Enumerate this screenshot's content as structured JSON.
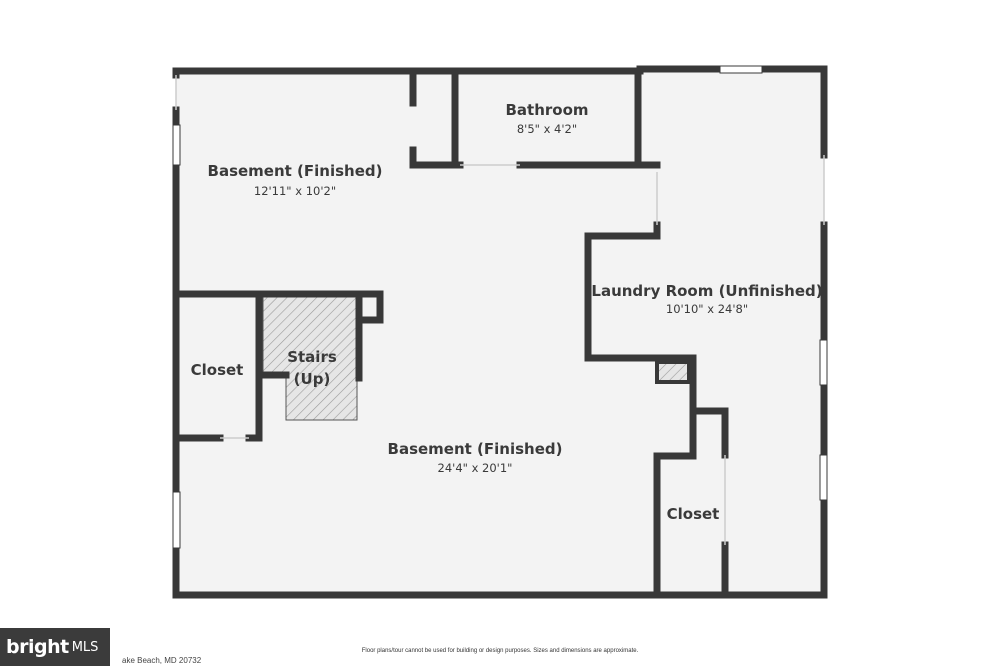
{
  "rooms": [
    {
      "name": "Basement (Finished)",
      "dims": "12'11\" x 10'2\""
    },
    {
      "name": "Bathroom",
      "dims": "8'5\" x 4'2\""
    },
    {
      "name": "Laundry Room (Unfinished)",
      "dims": "10'10\" x 24'8\""
    },
    {
      "name": "Closet",
      "dims": ""
    },
    {
      "name": "Stairs",
      "name2": "(Up)",
      "dims": ""
    },
    {
      "name": "Basement (Finished)",
      "dims": "24'4\" x 20'1\""
    },
    {
      "name": "Closet",
      "dims": ""
    }
  ],
  "footer": {
    "address": "ake Beach, MD 20732",
    "disclaimer": "Floor plans/tour cannot be used for building or design purposes. Sizes and dimensions are approximate.",
    "brand": "bright",
    "mls": "MLS"
  },
  "colors": {
    "wall": "#383838",
    "floor": "#f3f3f3",
    "hatch": "#9a9a9a"
  }
}
